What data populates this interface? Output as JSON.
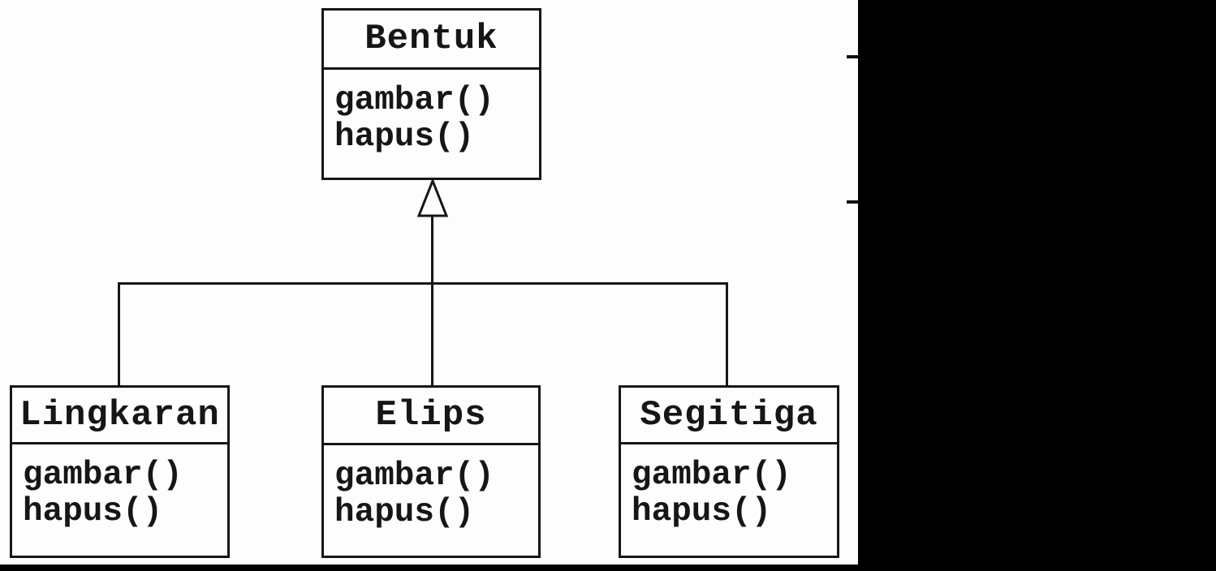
{
  "diagram": {
    "type": "uml-class-inheritance",
    "relationship": "generalization",
    "parent_class": {
      "name": "Bentuk",
      "methods": [
        "gambar()",
        "hapus()"
      ]
    },
    "child_classes": [
      {
        "name": "Lingkaran",
        "methods": [
          "gambar()",
          "hapus()"
        ]
      },
      {
        "name": "Elips",
        "methods": [
          "gambar()",
          "hapus()"
        ]
      },
      {
        "name": "Segitiga",
        "methods": [
          "gambar()",
          "hapus()"
        ]
      }
    ]
  },
  "colors": {
    "background": "#fdfdfd",
    "line": "#161616",
    "box_fill": "#fdfdfd",
    "redaction": "#000000"
  }
}
